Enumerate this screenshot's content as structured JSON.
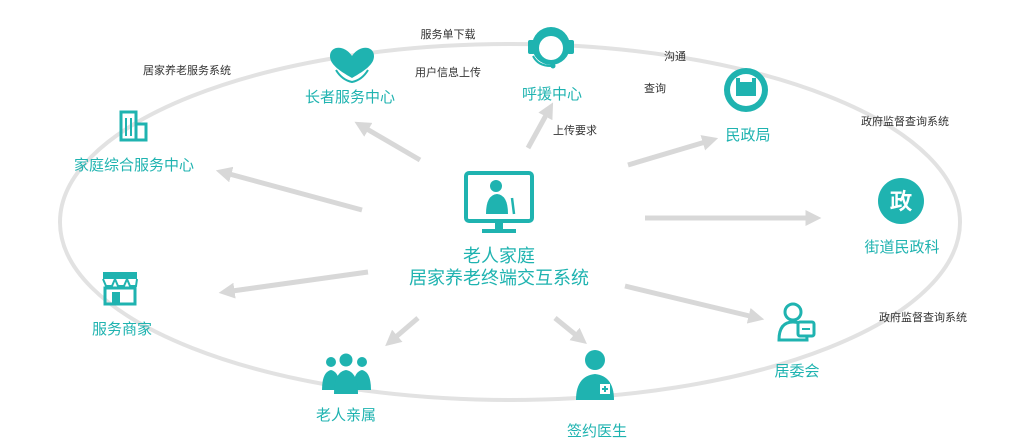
{
  "colors": {
    "accent": "#1fb3b0",
    "ellipse": "#e2e2e2",
    "arrow": "#d8d8d8",
    "edge_text": "#333333"
  },
  "center": {
    "line1": "老人家庭",
    "line2": "居家养老终端交互系统",
    "icon": "elderly-monitor-icon"
  },
  "nodes": {
    "elder_service": {
      "label": "长者服务中心",
      "icon": "heart-hands-icon"
    },
    "call_center": {
      "label": "呼援中心",
      "icon": "headset-icon"
    },
    "civil_bureau": {
      "label": "民政局",
      "icon": "civil-affairs-emblem-icon"
    },
    "street_office": {
      "label": "街道民政科",
      "icon": "zheng-badge-icon",
      "badge": "政"
    },
    "residents_committee": {
      "label": "居委会",
      "icon": "id-card-icon"
    },
    "signed_doctor": {
      "label": "签约医生",
      "icon": "doctor-icon"
    },
    "relatives": {
      "label": "老人亲属",
      "icon": "people-group-icon"
    },
    "merchant": {
      "label": "服务商家",
      "icon": "shop-icon"
    },
    "family_service": {
      "label": "家庭综合服务中心",
      "icon": "building-icon"
    }
  },
  "edge_labels": {
    "download": "服务单下载",
    "upload_user": "用户信息上传",
    "upload_request": "上传要求",
    "communicate": "沟通",
    "query": "查询",
    "home_care_system": "居家养老服务系统",
    "gov_query_1": "政府监督查询系统",
    "gov_query_2": "政府监督查询系统"
  }
}
